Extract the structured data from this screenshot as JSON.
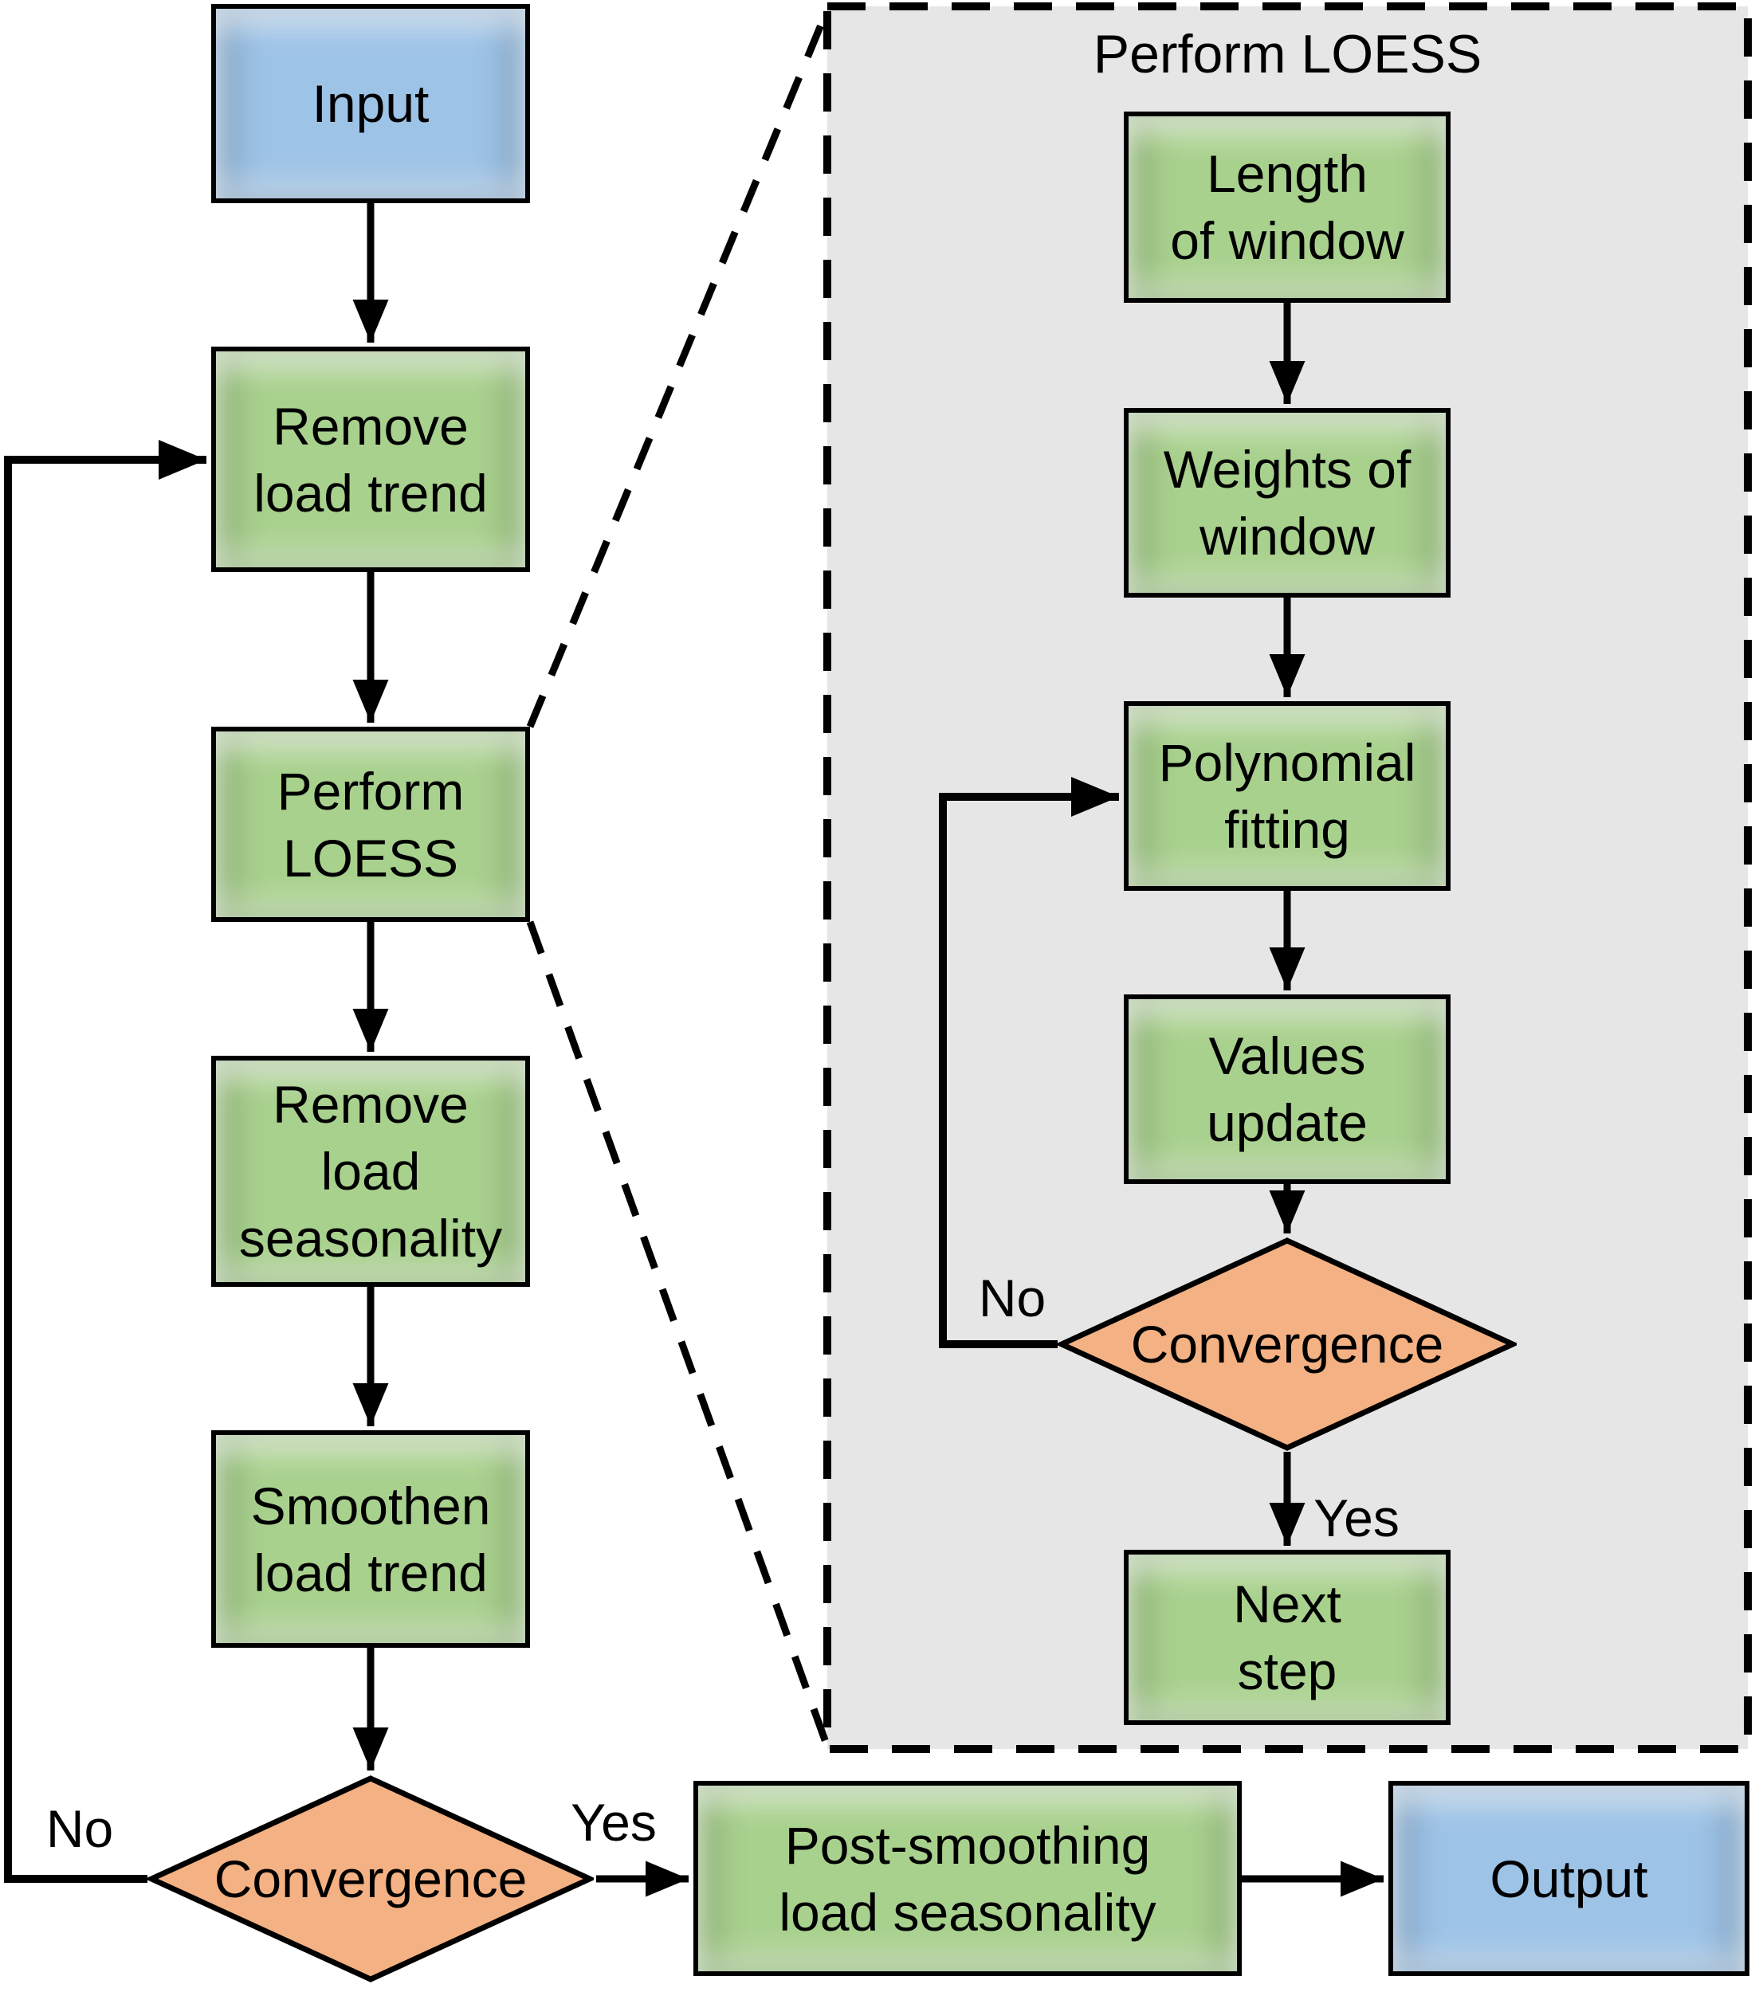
{
  "diagram": {
    "main_flow": {
      "input": "Input",
      "remove_load_trend": "Remove\nload trend",
      "perform_loess": "Perform\nLOESS",
      "remove_load_seasonality": "Remove\nload\nseasonality",
      "smoothen_load_trend": "Smoothen\nload trend",
      "convergence": "Convergence",
      "no_label": "No",
      "yes_label": "Yes",
      "post_smoothing": "Post-smoothing\nload seasonality",
      "output": "Output"
    },
    "loess_panel": {
      "title": "Perform LOESS",
      "length_of_window": "Length\nof window",
      "weights_of_window": "Weights of\nwindow",
      "polynomial_fitting": "Polynomial\nfitting",
      "values_update": "Values\nupdate",
      "convergence": "Convergence",
      "no_label": "No",
      "yes_label": "Yes",
      "next_step": "Next\nstep"
    },
    "colors": {
      "terminal_fill": "#9DC3E6",
      "process_fill": "#A9D18E",
      "decision_fill": "#F4B183",
      "panel_fill": "#E7E6E6",
      "line": "#000000"
    }
  }
}
